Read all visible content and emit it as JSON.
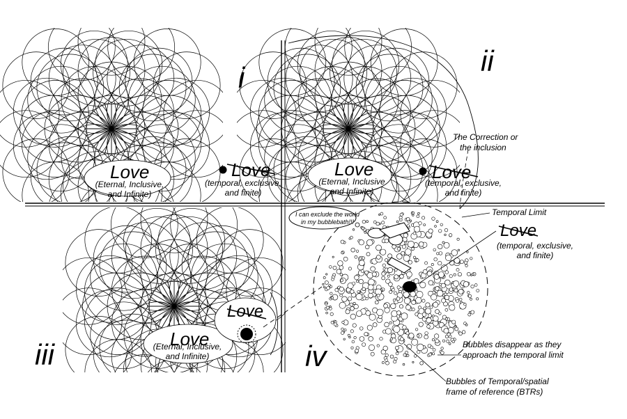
{
  "panels": {
    "i": {
      "numeral": "i",
      "eternal_love": {
        "title": "Love",
        "sub1": "(Eternal, Inclusive,",
        "sub2": "and Infinite)"
      },
      "temporal_love": {
        "title": "Love",
        "sub1": "(temporal, exclusive,",
        "sub2": "and finite)"
      }
    },
    "ii": {
      "numeral": "ii",
      "eternal_love": {
        "title": "Love",
        "sub1": "(Eternal, Inclusive",
        "sub2": "and Infinite)"
      },
      "temporal_love": {
        "title": "Love",
        "sub1": "(temporal, exclusive,",
        "sub2": "and finite)"
      },
      "correction_1": "The Correction or",
      "correction_2": "the inclusion"
    },
    "iii": {
      "numeral": "iii",
      "eternal_love": {
        "title": "Love",
        "sub1": "(Eternal, Inclusive,",
        "sub2": "and Infinite)"
      },
      "temporal_love": {
        "title": "Love"
      }
    },
    "iv": {
      "numeral": "iv",
      "speech_1": "I can exclude the world",
      "speech_2": "in my bubblebath!!!",
      "temporal_limit": "Temporal Limit",
      "temporal_love": {
        "title": "Love",
        "sub1": "(temporal, exclusive,",
        "sub2": "and finite)"
      },
      "disappear_1": "Bubbles disappear as they",
      "disappear_2": "approach the temporal limit",
      "btr_1": "Bubbles of Temporal/spatial",
      "btr_2": "frame of reference (BTRs)"
    }
  },
  "colors": {
    "ink": "#000000",
    "paper": "#ffffff"
  }
}
